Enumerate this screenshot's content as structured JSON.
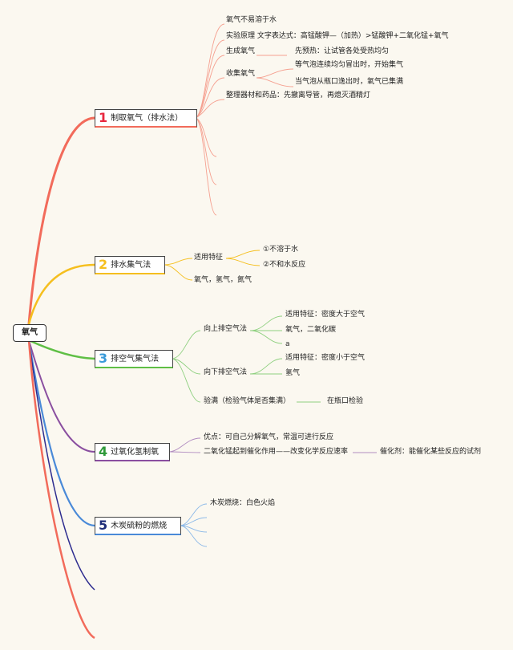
{
  "root": "氧气",
  "colors": {
    "b1": "#f26b5b",
    "b2": "#f5bf1f",
    "b3": "#5fbf45",
    "b4": "#8a4fa0",
    "b5": "#4a8ad8",
    "b6": "#2d2c8f"
  },
  "branches": [
    {
      "num": "1",
      "num_color": "#e8283f",
      "label": "制取氧气（排水法）",
      "children": [
        "氧气不易溶于水",
        "实验原理 文字表达式：高锰酸钾—（加热）>锰酸钾+二氧化锰+氧气",
        "生成氧气",
        "先预热：让试管各处受热均匀",
        "收集氧气",
        "等气泡连续均匀冒出时，开始集气",
        "当气泡从瓶口逸出时，氧气已集满",
        "整理器材和药品：先撤离导管，再熄灭酒精灯"
      ]
    },
    {
      "num": "2",
      "num_color": "#f5bf1f",
      "label": "排水集气法",
      "children": [
        "适用特征",
        "①不溶于水",
        "②不和水反应",
        "氧气，氢气，氮气"
      ]
    },
    {
      "num": "3",
      "num_color": "#3a9ad9",
      "label": "排空气集气法",
      "children": [
        "向上排空气法",
        "适用特征：密度大于空气",
        "氧气，二氧化碳",
        "a",
        "向下排空气法",
        "适用特征：密度小于空气",
        "氢气",
        "验满（检验气体是否集满）",
        "在瓶口检验"
      ]
    },
    {
      "num": "4",
      "num_color": "#2f9a3a",
      "label": "过氧化氢制氧",
      "children": [
        "优点：可自己分解氧气，常温可进行反应",
        "二氧化锰起到催化作用——改变化学反应速率",
        "催化剂：能催化某些反应的试剂"
      ]
    },
    {
      "num": "5",
      "num_color": "#1f2e7a",
      "label": "木炭硫粉的燃烧",
      "children": [
        "木炭燃烧：白色火焰"
      ]
    }
  ]
}
